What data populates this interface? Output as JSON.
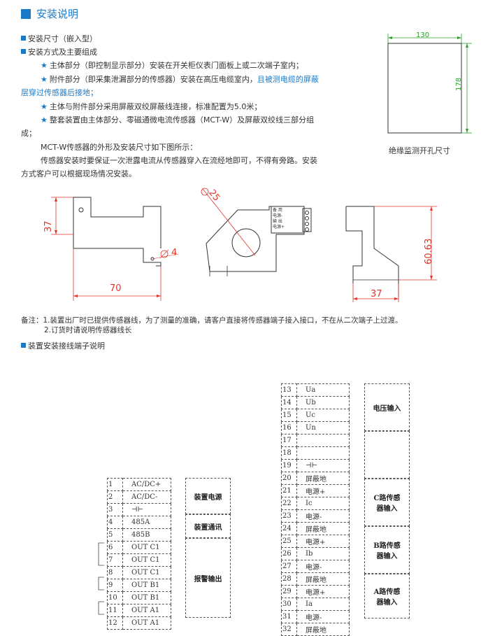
{
  "header": {
    "title": "安装说明"
  },
  "text": {
    "l1": "安装尺寸（嵌入型）",
    "l2": "安装方式及主要组成",
    "l3": "主体部分（即控制显示部分）安装在开关柜仪表门面板上或二次端子室内；",
    "l4a": "附件部分（即采集泄漏部分的传感器）安装在高压电缆室内，",
    "l4b": "且被测电缆的屏蔽",
    "l5": "层穿过传感器后接地；",
    "l6": "主体与附件部分采用屏蔽双绞屏蔽线连接，标准配置为5.0米；",
    "l7": "整套装置由主体部分、零磁通微电流传感器（MCT-W）及屏蔽双绞线三部分组",
    "l8": "成；",
    "l9": "MCT-W传感器的外形及安装尺寸如下图所示：",
    "l10": "传感器安装时要保证一次泄露电流从传感器穿入在流经地即可，不得有旁路。安装",
    "l11": "方式客户可以根据现场情况安装。"
  },
  "cutout": {
    "width": "130",
    "height": "178",
    "caption": "绝缘监测开孔尺寸"
  },
  "sensor": {
    "dim_37_left": "37",
    "dim_4": "4",
    "dim_70": "70",
    "dim_25": "25",
    "term_labels": [
      "备 用",
      "电源-",
      "输 出",
      "电源+"
    ],
    "dim_6063": "60.63",
    "dim_37_right": "37"
  },
  "notes": {
    "n1": "备注：1.装置出厂时已提供传感器线，为了测量的准确，请客户直接将传感器端子接入接口，不在从二次端子上过渡。",
    "n2": "2.订货时请说明传感器线长",
    "n3": "装置安装接线端子说明"
  },
  "left_terminals": [
    {
      "n": "1",
      "label": "AC/DC+"
    },
    {
      "n": "2",
      "label": "AC/DC-"
    },
    {
      "n": "3",
      "label": "⊣⊢"
    },
    {
      "n": "4",
      "label": "485A"
    },
    {
      "n": "5",
      "label": "485B"
    },
    {
      "n": "6",
      "label": "OUT C1"
    },
    {
      "n": "7",
      "label": "OUT C1"
    },
    {
      "n": "8",
      "label": "OUT C1"
    },
    {
      "n": "9",
      "label": "OUT B1"
    },
    {
      "n": "10",
      "label": "OUT B1"
    },
    {
      "n": "11",
      "label": "OUT A1"
    },
    {
      "n": "12",
      "label": "OUT A1"
    }
  ],
  "left_groups": {
    "power": "装置电源",
    "comm": "装置通讯",
    "alarm": "报警输出"
  },
  "right_terminals": [
    {
      "n": "13",
      "label": "Ua"
    },
    {
      "n": "14",
      "label": "Ub"
    },
    {
      "n": "15",
      "label": "Uc"
    },
    {
      "n": "16",
      "label": "Un"
    },
    {
      "n": "17",
      "label": ""
    },
    {
      "n": "18",
      "label": ""
    },
    {
      "n": "19",
      "label": "⊣⊢"
    },
    {
      "n": "20",
      "label": "屏蔽地"
    },
    {
      "n": "21",
      "label": "电源+"
    },
    {
      "n": "22",
      "label": "Ic"
    },
    {
      "n": "23",
      "label": "电源-"
    },
    {
      "n": "24",
      "label": "屏蔽地"
    },
    {
      "n": "25",
      "label": "电源+"
    },
    {
      "n": "26",
      "label": "Ib"
    },
    {
      "n": "27",
      "label": "电源-"
    },
    {
      "n": "28",
      "label": "屏蔽地"
    },
    {
      "n": "29",
      "label": "电源+"
    },
    {
      "n": "30",
      "label": "Ia"
    },
    {
      "n": "31",
      "label": "电源-"
    },
    {
      "n": "32",
      "label": "屏蔽地"
    }
  ],
  "right_groups": {
    "voltage": "电压输入",
    "c": "C路传感器输入",
    "b": "B路传感器输入",
    "a": "A路传感器输入"
  }
}
